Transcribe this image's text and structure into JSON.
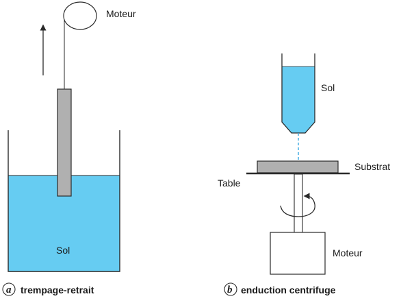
{
  "colors": {
    "sol": "#66ccf2",
    "rod": "#b0b0b0",
    "stroke": "#2a2a2a",
    "drop": "#3aa8e0"
  },
  "panel_a": {
    "motor_label": "Moteur",
    "sol_label": "Sol",
    "caption_letter": "a",
    "caption": "trempage-retrait"
  },
  "panel_b": {
    "sol_label": "Sol",
    "substrate_label": "Substrat",
    "table_label": "Table",
    "motor_label": "Moteur",
    "caption_letter": "b",
    "caption": "enduction centrifuge"
  },
  "icons": [
    "up-arrow-icon",
    "rotation-arrow-icon"
  ]
}
